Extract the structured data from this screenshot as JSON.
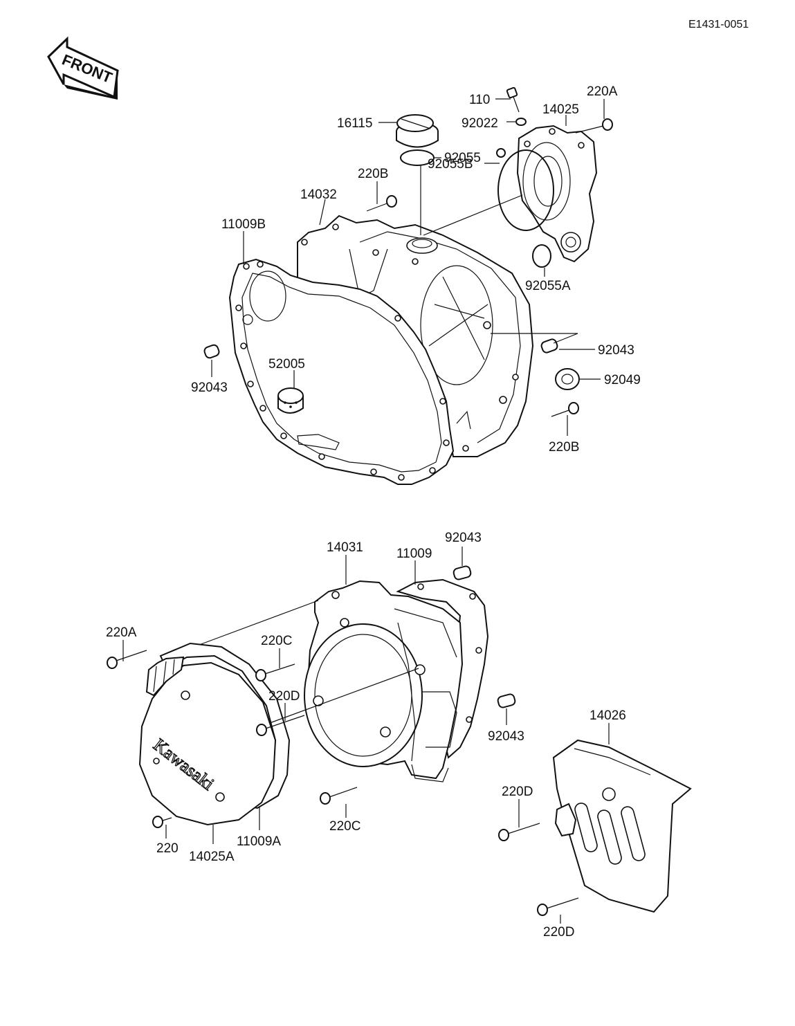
{
  "document_code": "E1431-0051",
  "front_arrow_text": "FRONT",
  "brand_text": "Kawasaki",
  "part_labels": {
    "p110": "110",
    "p220A_top": "220A",
    "p14025": "14025",
    "p16115": "16115",
    "p92022": "92022",
    "p92055": "92055",
    "p220B_top": "220B",
    "p92055B": "92055B",
    "p14032": "14032",
    "p11009B": "11009B",
    "p92055A": "92055A",
    "p52005": "52005",
    "p92043_right": "92043",
    "p92049": "92049",
    "p92043_left": "92043",
    "p220B_bottom": "220B",
    "p92043_mid": "92043",
    "p14031": "14031",
    "p11009": "11009",
    "p220A_left": "220A",
    "p220C_top": "220C",
    "p220D_mid": "220D",
    "p92043_low": "92043",
    "p14026": "14026",
    "p220D_right": "220D",
    "p220C_bottom": "220C",
    "p220": "220",
    "p14025A": "14025A",
    "p11009A": "11009A",
    "p220D_bottom": "220D"
  }
}
